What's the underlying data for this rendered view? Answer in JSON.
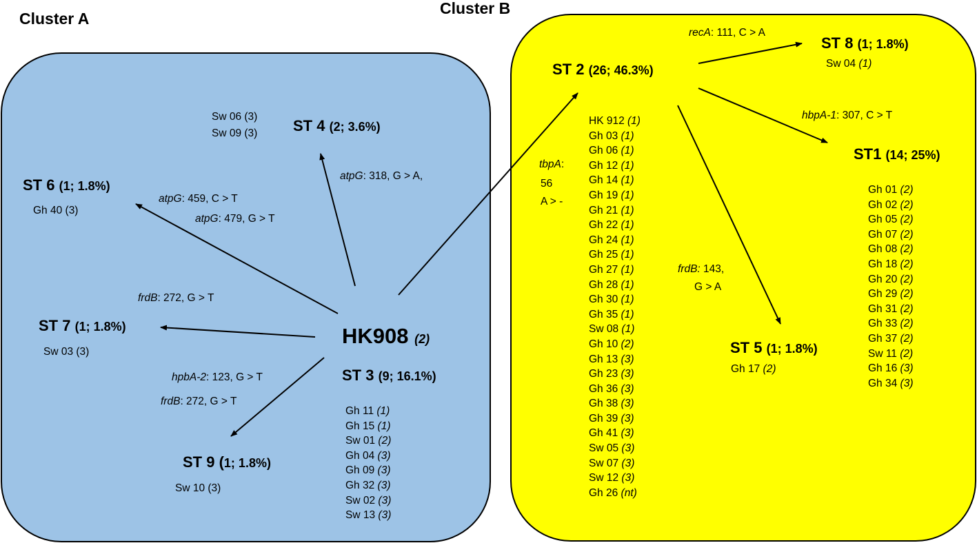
{
  "colors": {
    "cluster_a_fill": "#9dc3e6",
    "cluster_b_fill": "#ffff00",
    "border": "#000000"
  },
  "cluster_a": {
    "title": "Cluster A",
    "hk908": {
      "name": "HK908",
      "count": "(2)"
    },
    "st3": {
      "name": "ST 3",
      "count": "(9; 16.1%)",
      "isolates": [
        {
          "name": "Gh 11",
          "n": "(1)"
        },
        {
          "name": "Gh 15",
          "n": "(1)"
        },
        {
          "name": "Sw 01",
          "n": "(2)"
        },
        {
          "name": "Gh 04",
          "n": "(3)"
        },
        {
          "name": "Gh 09",
          "n": "(3)"
        },
        {
          "name": "Gh 32",
          "n": "(3)"
        },
        {
          "name": "Sw 02",
          "n": "(3)"
        },
        {
          "name": "Sw 13",
          "n": "(3)"
        }
      ]
    },
    "st4": {
      "name": "ST 4",
      "count": "(2; 3.6%)",
      "isolates": [
        "Sw 06 (3)",
        "Sw 09 (3)"
      ],
      "mutation_gene": "atpG",
      "mutation_rest": ": 318, G > A,"
    },
    "st6": {
      "name": "ST 6",
      "count": "(1; 1.8%)",
      "isolate": "Gh 40 (3)",
      "mutations": [
        {
          "gene": "atpG",
          "rest": ": 459, C > T"
        },
        {
          "gene": "atpG",
          "rest": ": 479, G > T"
        }
      ]
    },
    "st7": {
      "name": "ST 7",
      "count": "(1; 1.8%)",
      "isolate": "Sw 03 (3)",
      "mutation_gene": "frdB",
      "mutation_rest": ": 272, G > T"
    },
    "st9": {
      "name": "ST 9",
      "count_open": "(",
      "count_rest": "1; 1.8%)",
      "isolate": "Sw 10 (3)",
      "mutations": [
        {
          "gene": "hpbA-2",
          "rest": ": 123, G > T"
        },
        {
          "gene": "frdB",
          "rest": ": 272, G > T"
        }
      ]
    }
  },
  "cluster_b": {
    "title": "Cluster B",
    "st2": {
      "name": "ST 2",
      "count": "(26; 46.3%)",
      "isolates": [
        {
          "name": "HK 912",
          "n": "(1)"
        },
        {
          "name": "Gh 03",
          "n": "(1)"
        },
        {
          "name": "Gh 06",
          "n": "(1)"
        },
        {
          "name": "Gh 12",
          "n": "(1)"
        },
        {
          "name": "Gh 14",
          "n": "(1)"
        },
        {
          "name": "Gh 19",
          "n": "(1)"
        },
        {
          "name": "Gh 21",
          "n": "(1)"
        },
        {
          "name": "Gh 22",
          "n": "(1)"
        },
        {
          "name": "Gh 24",
          "n": "(1)"
        },
        {
          "name": "Gh 25",
          "n": "(1)"
        },
        {
          "name": "Gh 27",
          "n": "(1)"
        },
        {
          "name": "Gh 28",
          "n": "(1)"
        },
        {
          "name": "Gh 30",
          "n": "(1)"
        },
        {
          "name": "Gh 35",
          "n": "(1)"
        },
        {
          "name": "Sw 08",
          "n": "(1)"
        },
        {
          "name": "Gh 10",
          "n": "(2)"
        },
        {
          "name": "Gh 13",
          "n": "(3)"
        },
        {
          "name": "Gh 23",
          "n": "(3)"
        },
        {
          "name": "Gh 36",
          "n": "(3)"
        },
        {
          "name": "Gh 38",
          "n": "(3)"
        },
        {
          "name": "Gh 39",
          "n": "(3)"
        },
        {
          "name": "Gh 41",
          "n": "(3)"
        },
        {
          "name": "Sw 05",
          "n": "(3)"
        },
        {
          "name": "Sw 07",
          "n": "(3)"
        },
        {
          "name": "Sw 12",
          "n": "(3)"
        },
        {
          "name": "Gh 26",
          "n": "(nt)"
        }
      ],
      "mutation_gene": "tbpA",
      "mutation_colon": ":",
      "mutation_pos": "56",
      "mutation_change": "A > -"
    },
    "st8": {
      "name": "ST 8",
      "count": "(1; 1.8%)",
      "isolate_name": "Sw 04",
      "isolate_n": "(1)",
      "mutation_gene": "recA",
      "mutation_rest": ": 111, C > A"
    },
    "st1": {
      "name": "ST1",
      "count": "(14; 25%)",
      "isolates": [
        {
          "name": "Gh 01",
          "n": "(2)"
        },
        {
          "name": "Gh 02",
          "n": "(2)"
        },
        {
          "name": "Gh 05",
          "n": "(2)"
        },
        {
          "name": "Gh 07",
          "n": "(2)"
        },
        {
          "name": "Gh 08",
          "n": "(2)"
        },
        {
          "name": "Gh 18",
          "n": "(2)"
        },
        {
          "name": "Gh 20",
          "n": "(2)"
        },
        {
          "name": "Gh 29",
          "n": "(2)"
        },
        {
          "name": "Gh 31",
          "n": "(2)"
        },
        {
          "name": "Gh 33",
          "n": "(2)"
        },
        {
          "name": "Gh 37",
          "n": "(2)"
        },
        {
          "name": "Sw 11",
          "n": "(2)"
        },
        {
          "name": "Gh 16",
          "n": "(3)"
        },
        {
          "name": "Gh 34",
          "n": "(3)"
        }
      ],
      "mutation_gene": "hbpA-1",
      "mutation_rest": ": 307, C > T"
    },
    "st5": {
      "name": "ST 5",
      "count": "(1; 1.8%)",
      "isolate_name": "Gh 17",
      "isolate_n": "(2)",
      "mutation_gene": "frdB:",
      "mutation_rest": " 143,",
      "mutation_line2": "G > A"
    }
  }
}
